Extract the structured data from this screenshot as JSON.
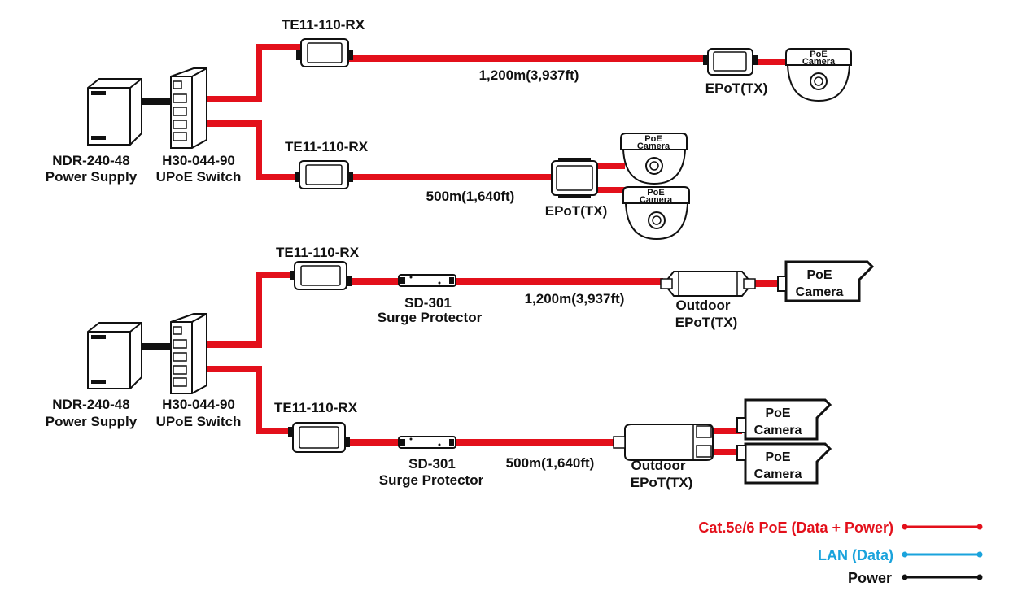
{
  "colors": {
    "poe": "#e3101b",
    "lan": "#1aa3dc",
    "power": "#111111"
  },
  "upper": {
    "power_supply": {
      "name": "NDR-240-48",
      "desc": "Power Supply"
    },
    "switch": {
      "name": "H30-044-90",
      "desc": "UPoE Switch"
    },
    "link1": {
      "rx": "TE11-110-RX",
      "distance": "1,200m(3,937ft)",
      "tx": "EPoT(TX)",
      "camera": [
        "PoE",
        "Camera"
      ]
    },
    "link2": {
      "rx": "TE11-110-RX",
      "distance": "500m(1,640ft)",
      "tx": "EPoT(TX)",
      "camera_a": [
        "PoE",
        "Camera"
      ],
      "camera_b": [
        "PoE",
        "Camera"
      ]
    }
  },
  "lower": {
    "power_supply": {
      "name": "NDR-240-48",
      "desc": "Power Supply"
    },
    "switch": {
      "name": "H30-044-90",
      "desc": "UPoE Switch"
    },
    "link1": {
      "rx": "TE11-110-RX",
      "surge": [
        "SD-301",
        "Surge Protector"
      ],
      "distance": "1,200m(3,937ft)",
      "tx": [
        "Outdoor",
        "EPoT(TX)"
      ],
      "camera": [
        "PoE",
        "Camera"
      ]
    },
    "link2": {
      "rx": "TE11-110-RX",
      "surge": [
        "SD-301",
        "Surge Protector"
      ],
      "distance": "500m(1,640ft)",
      "tx": [
        "Outdoor",
        "EPoT(TX)"
      ],
      "camera_a": [
        "PoE",
        "Camera"
      ],
      "camera_b": [
        "PoE",
        "Camera"
      ]
    }
  },
  "legend": {
    "poe": "Cat.5e/6 PoE (Data + Power)",
    "lan": "LAN (Data)",
    "power": "Power"
  }
}
